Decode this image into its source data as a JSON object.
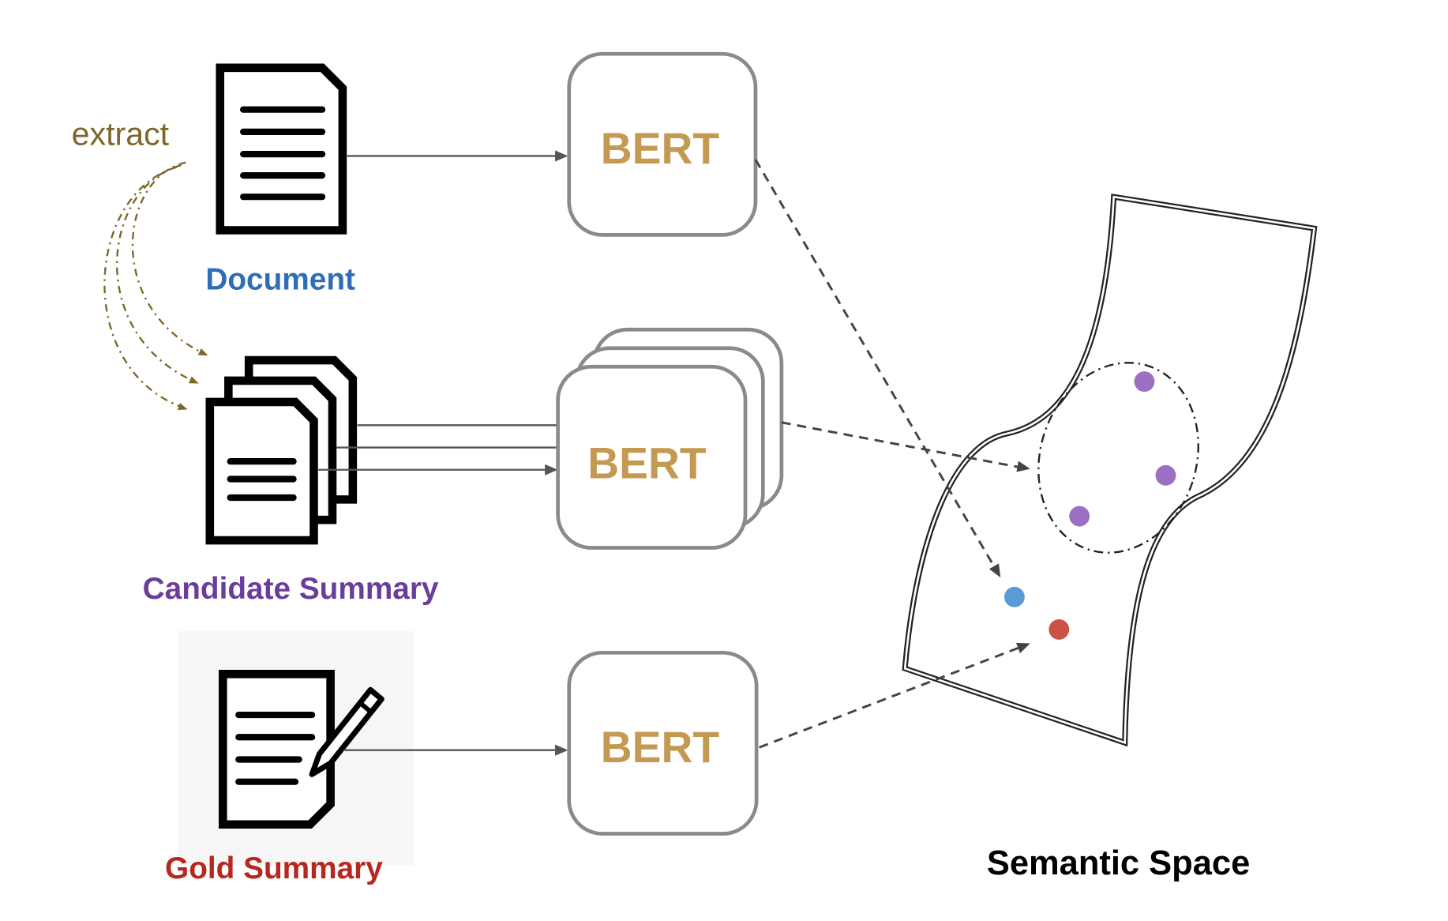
{
  "labels": {
    "extract": "extract",
    "document": "Document",
    "candidate_summary": "Candidate Summary",
    "gold_summary": "Gold Summary",
    "semantic_space": "Semantic Space"
  },
  "encoders": [
    {
      "label": "BERT"
    },
    {
      "label": "BERT"
    },
    {
      "label": "BERT"
    }
  ],
  "icons": {
    "document": "document-icon",
    "candidate_summary": "document-stack-icon",
    "gold_summary": "document-pencil-icon",
    "semantic_space": "curved-surface-icon"
  },
  "colors": {
    "extract": "#7d6628",
    "document": "#2f6db5",
    "candidate_summary": "#6a3d9a",
    "gold_summary": "#b5271f",
    "semantic_space": "#000000",
    "bert": "#c49a53",
    "candidate_point": "#9b6fc1",
    "document_point": "#5b9bd5",
    "gold_point": "#cc5248"
  }
}
